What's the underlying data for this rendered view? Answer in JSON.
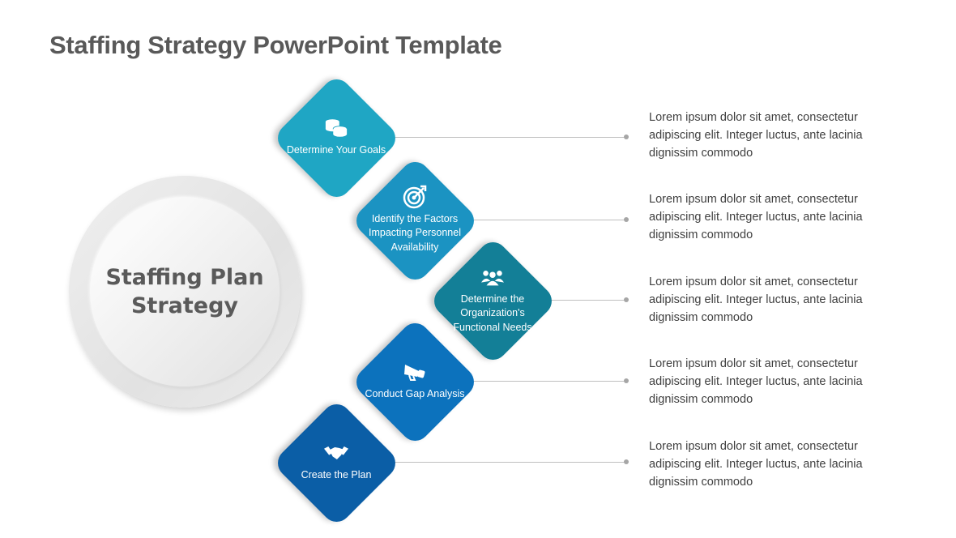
{
  "title": "Staffing Strategy PowerPoint Template",
  "center": {
    "text": "Staffing Plan Strategy"
  },
  "steps": [
    {
      "label": "Determine Your Goals",
      "icon": "coins-icon",
      "color": "#1fa6c4",
      "description": "Lorem ipsum dolor sit amet, consectetur adipiscing elit. Integer luctus, ante lacinia dignissim commodo"
    },
    {
      "label": "Identify the Factors Impacting Personnel Availability",
      "icon": "target-icon",
      "color": "#1b93c2",
      "description": "Lorem ipsum dolor sit amet, consectetur adipiscing elit. Integer luctus, ante lacinia dignissim commodo"
    },
    {
      "label": "Determine the Organization's Functional Needs",
      "icon": "people-icon",
      "color": "#137f97",
      "description": "Lorem ipsum dolor sit amet, consectetur adipiscing elit. Integer luctus, ante lacinia dignissim commodo"
    },
    {
      "label": "Conduct Gap Analysis",
      "icon": "megaphone-icon",
      "color": "#0c72bd",
      "description": "Lorem ipsum dolor sit amet, consectetur adipiscing elit. Integer luctus, ante lacinia dignissim commodo"
    },
    {
      "label": "Create the Plan",
      "icon": "handshake-icon",
      "color": "#0b5ea6",
      "description": "Lorem ipsum dolor sit amet, consectetur adipiscing elit. Integer luctus, ante lacinia dignissim commodo"
    }
  ]
}
